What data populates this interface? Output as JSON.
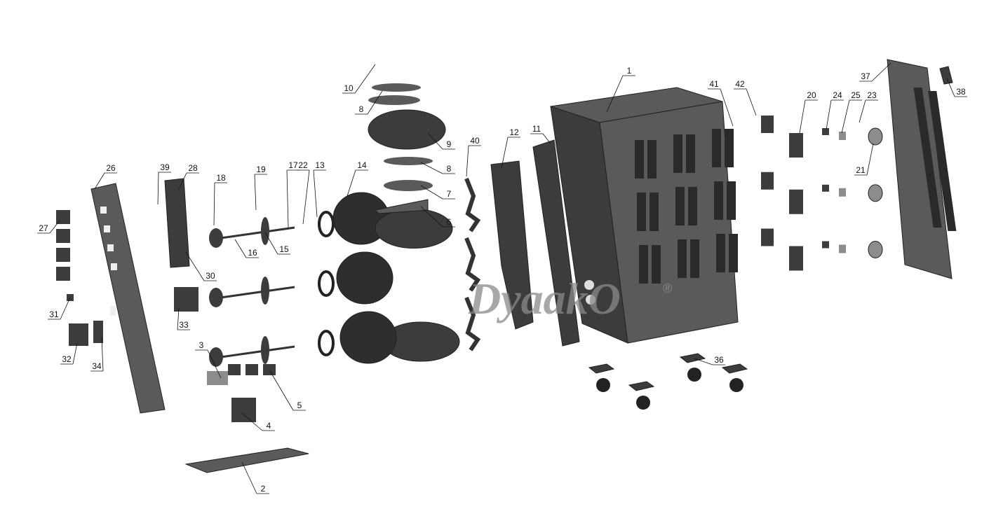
{
  "diagram": {
    "type": "exploded-parts-view",
    "watermark": "DyaakO",
    "watermark_mark": "®",
    "part_labels": [
      "1",
      "2",
      "3",
      "4",
      "5",
      "6",
      "7",
      "8",
      "8",
      "9",
      "10",
      "11",
      "12",
      "13",
      "14",
      "15",
      "16",
      "17",
      "18",
      "19",
      "20",
      "21",
      "22",
      "23",
      "24",
      "25",
      "26",
      "27",
      "28",
      "30",
      "31",
      "32",
      "33",
      "34",
      "36",
      "37",
      "38",
      "39",
      "40",
      "41",
      "42"
    ],
    "colors": {
      "part_dark": "#3c3c3c",
      "part_mid": "#5a5a5a",
      "part_light": "#8c8c8c",
      "line": "#222222"
    }
  }
}
